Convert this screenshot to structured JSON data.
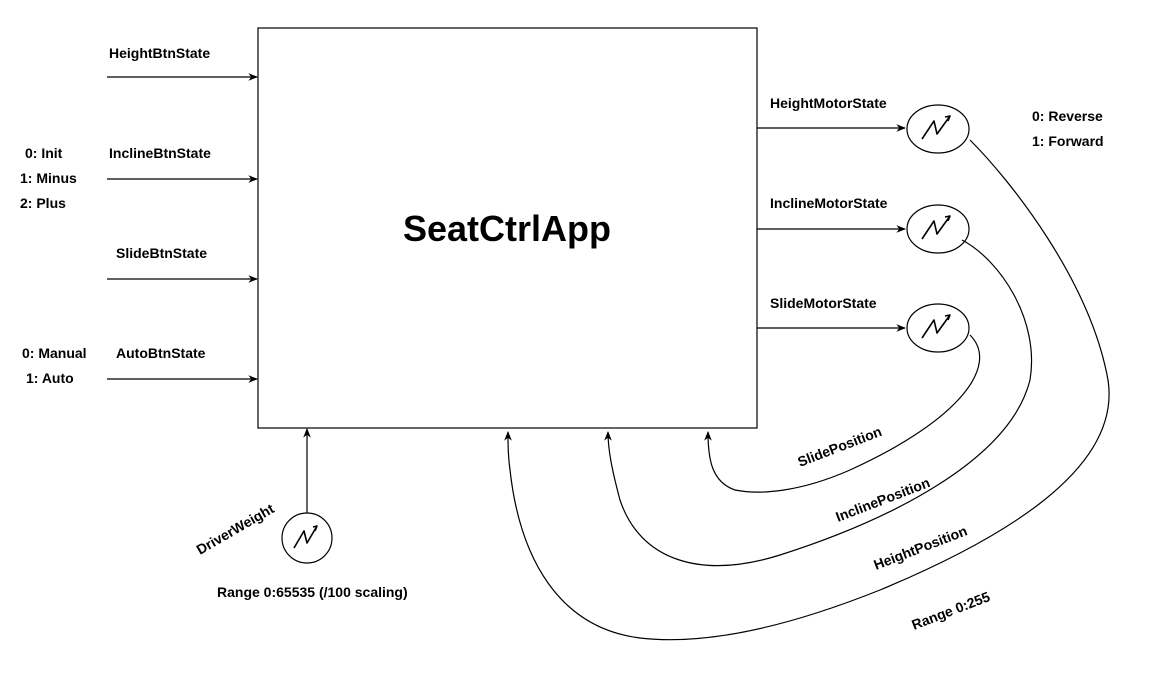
{
  "app": {
    "title": "SeatCtrlApp"
  },
  "inputs": {
    "height_btn": "HeightBtnState",
    "incline_btn": "InclineBtnState",
    "slide_btn": "SlideBtnState",
    "auto_btn": "AutoBtnState"
  },
  "btn_values": [
    "0: Init",
    "1: Minus",
    "2: Plus"
  ],
  "auto_values": [
    "0: Manual",
    "1: Auto"
  ],
  "outputs": {
    "height_motor": "HeightMotorState",
    "incline_motor": "InclineMotorState",
    "slide_motor": "SlideMotorState"
  },
  "motor_values": [
    "0: Reverse",
    "1: Forward"
  ],
  "positions": {
    "slide": "SlidePosition",
    "incline": "InclinePosition",
    "height": "HeightPosition",
    "range": "Range 0:255"
  },
  "weight": {
    "label": "DriverWeight",
    "range": "Range 0:65535 (/100 scaling)"
  },
  "icons": {
    "sensor": "signal-icon"
  }
}
